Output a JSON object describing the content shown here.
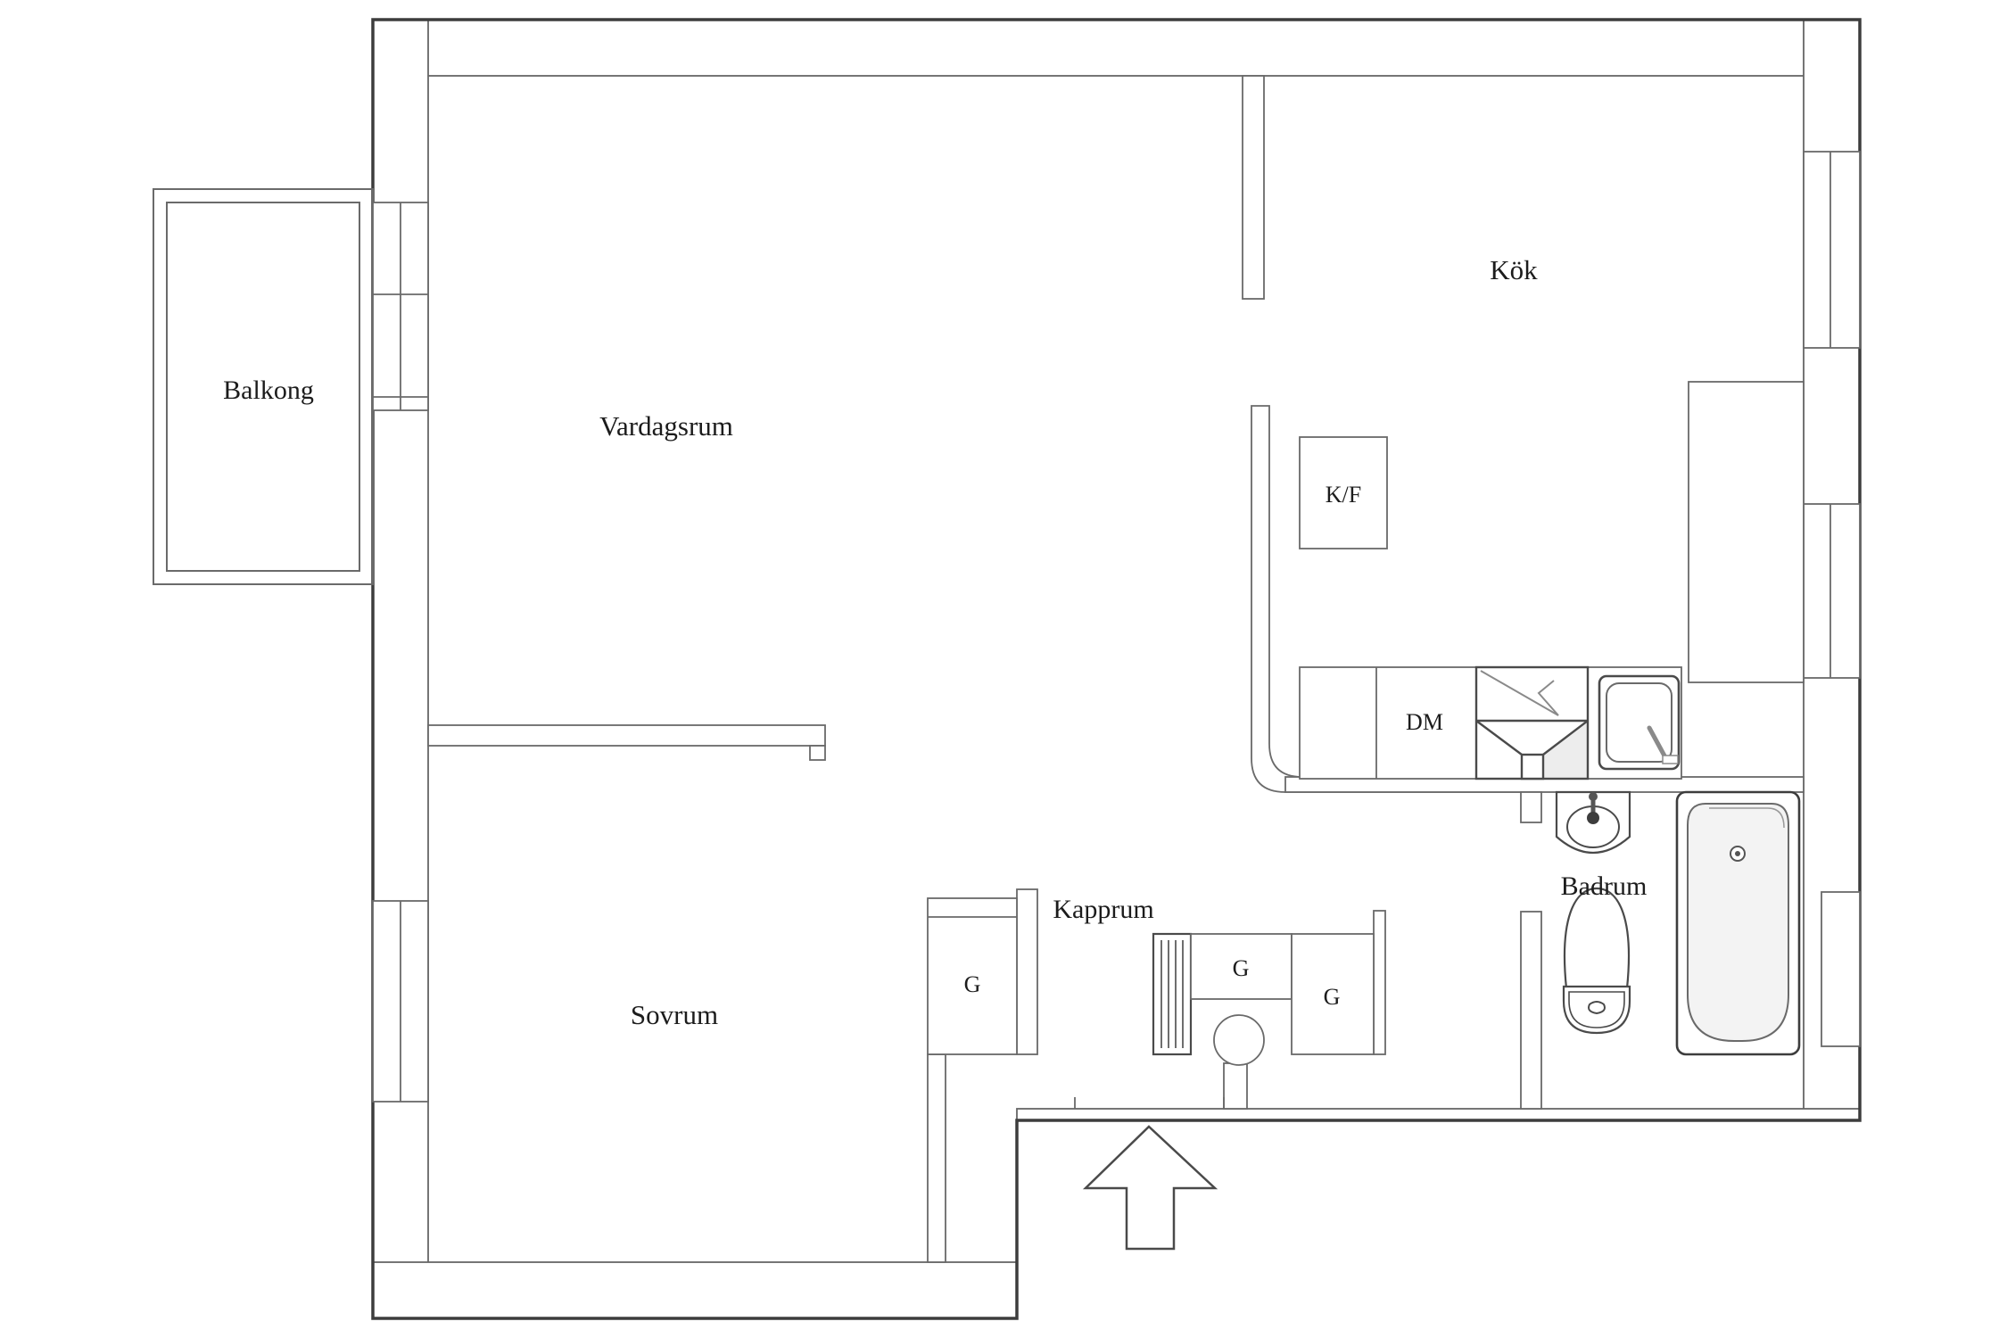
{
  "document": {
    "type": "apartment-floor-plan",
    "language": "Swedish"
  },
  "colors": {
    "background": "#ffffff",
    "outer_wall_stroke": "#3d3d3d",
    "inner_wall_stroke": "#666666",
    "fixture_stroke": "#4a4a4a",
    "shade_fill": "#ededed",
    "tub_fill": "#f3f3f3",
    "text": "#1c1c1c"
  },
  "rooms": {
    "balcony": {
      "label": "Balkong"
    },
    "living": {
      "label": "Vardagsrum"
    },
    "kitchen": {
      "label": "Kök"
    },
    "hall": {
      "label": "Kapprum"
    },
    "bathroom": {
      "label": "Badrum"
    },
    "bedroom": {
      "label": "Sovrum"
    }
  },
  "fixtures": {
    "fridge_freezer": {
      "label": "K/F",
      "meaning": "kyl/frys (fridge/freezer) cabinet"
    },
    "dishwasher": {
      "label": "DM",
      "meaning": "diskmaskin (dishwasher)"
    },
    "wardrobe_left": {
      "label": "G",
      "meaning": "garderob (wardrobe)"
    },
    "wardrobe_middle": {
      "label": "G",
      "meaning": "garderob (wardrobe)"
    },
    "wardrobe_right": {
      "label": "G",
      "meaning": "garderob (wardrobe)"
    },
    "icons": [
      "stove-with-fan-icon",
      "kitchen-sink-icon",
      "bathroom-sink-icon",
      "toilet-icon",
      "bathtub-icon",
      "radiator-icon",
      "pedestal-icon",
      "entrance-arrow-icon",
      "window-icon"
    ]
  }
}
